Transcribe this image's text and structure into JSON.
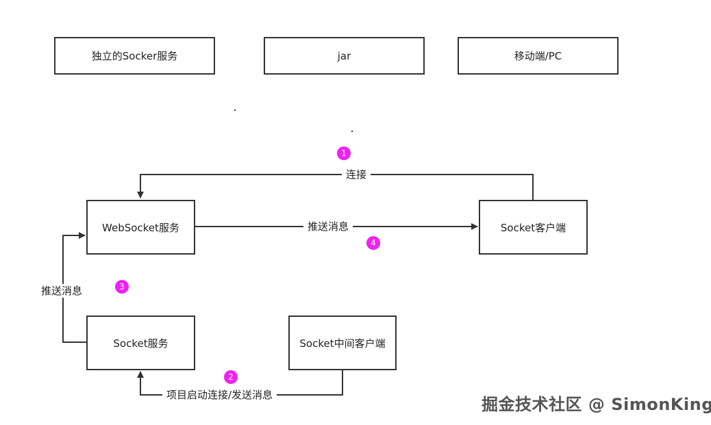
{
  "top_row": {
    "box1": "独立的Socker服务",
    "box2": "jar",
    "box3": "移动端/PC"
  },
  "nodes": {
    "websocket_service": "WebSocket服务",
    "socket_client": "Socket客户端",
    "socket_service": "Socket服务",
    "socket_middle_client": "Socket中间客户端"
  },
  "edges": {
    "connect": "连接",
    "push_top": "推送消息",
    "push_left": "推送消息",
    "start_connect_send": "项目启动连接/发送消息"
  },
  "badges": [
    "1",
    "2",
    "3",
    "4"
  ],
  "watermark": "掘金技术社区 @ SimonKing",
  "colors": {
    "badge": "#ee22ee",
    "line": "#333333"
  }
}
